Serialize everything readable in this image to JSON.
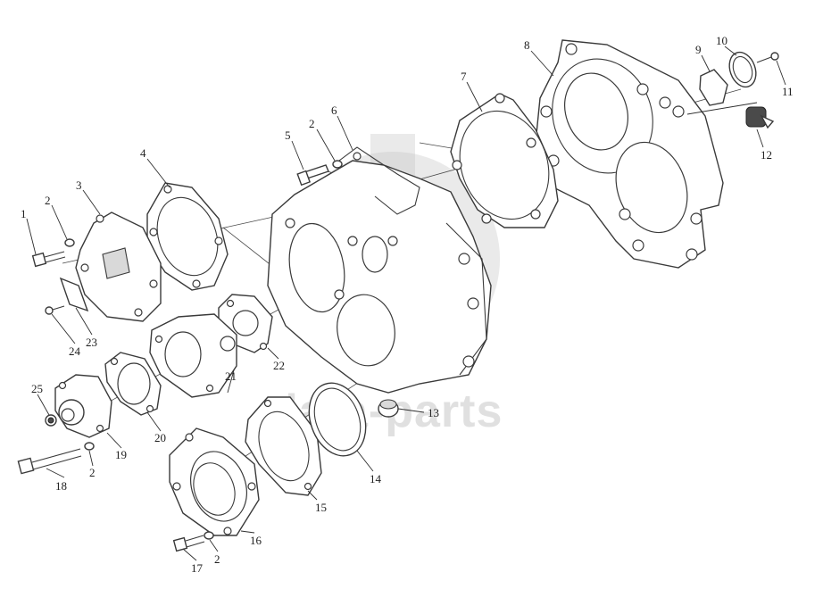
{
  "watermark": {
    "text": "data-parts",
    "logo": "dp-logo"
  },
  "callouts": [
    {
      "id": "c1",
      "label": "1"
    },
    {
      "id": "c2a",
      "label": "2"
    },
    {
      "id": "c3",
      "label": "3"
    },
    {
      "id": "c4",
      "label": "4"
    },
    {
      "id": "c5",
      "label": "5"
    },
    {
      "id": "c2b",
      "label": "2"
    },
    {
      "id": "c6",
      "label": "6"
    },
    {
      "id": "c7",
      "label": "7"
    },
    {
      "id": "c8",
      "label": "8"
    },
    {
      "id": "c9",
      "label": "9"
    },
    {
      "id": "c10",
      "label": "10"
    },
    {
      "id": "c11",
      "label": "11"
    },
    {
      "id": "c12",
      "label": "12"
    },
    {
      "id": "c13",
      "label": "13"
    },
    {
      "id": "c14",
      "label": "14"
    },
    {
      "id": "c15",
      "label": "15"
    },
    {
      "id": "c16",
      "label": "16"
    },
    {
      "id": "c17",
      "label": "17"
    },
    {
      "id": "c2c",
      "label": "2"
    },
    {
      "id": "c18",
      "label": "18"
    },
    {
      "id": "c2d",
      "label": "2"
    },
    {
      "id": "c19",
      "label": "19"
    },
    {
      "id": "c20",
      "label": "20"
    },
    {
      "id": "c21",
      "label": "21"
    },
    {
      "id": "c22",
      "label": "22"
    },
    {
      "id": "c23",
      "label": "23"
    },
    {
      "id": "c24",
      "label": "24"
    },
    {
      "id": "c25",
      "label": "25"
    }
  ]
}
